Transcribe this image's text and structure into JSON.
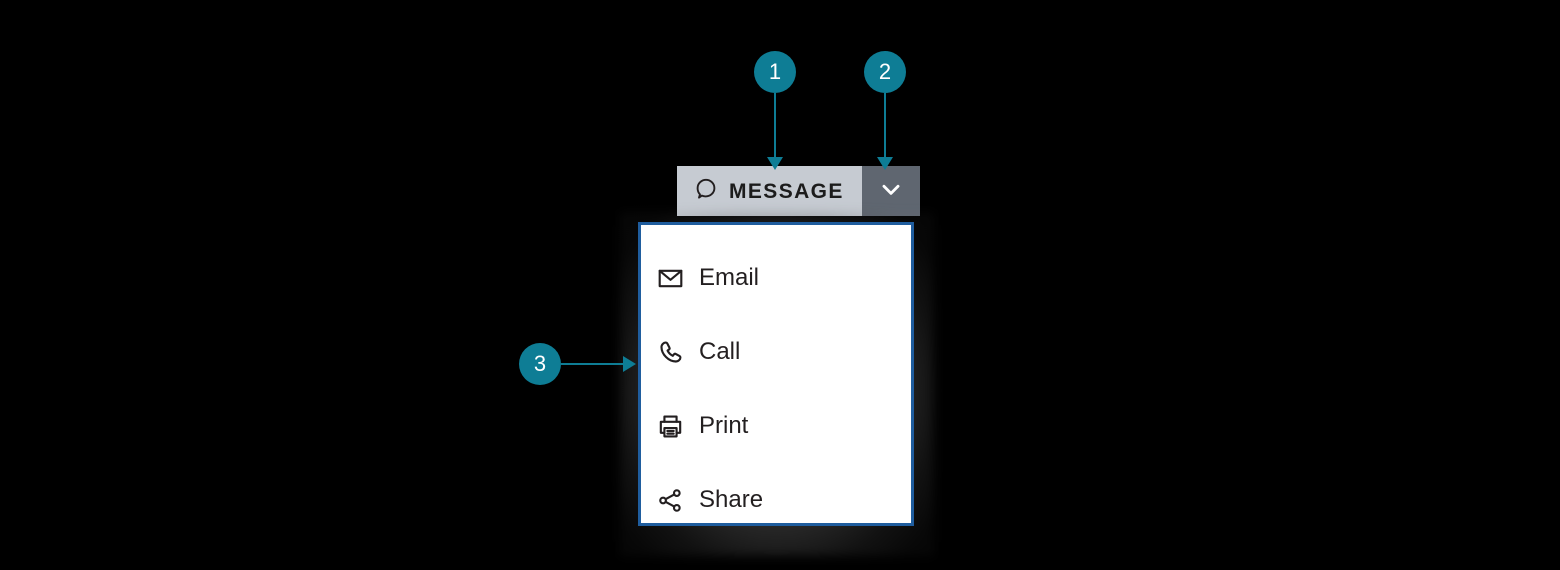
{
  "theme": {
    "background": "#000000",
    "accent_teal": "#0e7d95",
    "menu_border_blue": "#1f5d9e",
    "button_face": "#c6cbd2",
    "toggle_face": "#5f6670",
    "text_dark": "#231f20",
    "menu_background": "#ffffff"
  },
  "split_button": {
    "label": "MESSAGE",
    "icon": "message-bubble-icon",
    "toggle_icon": "chevron-down-icon"
  },
  "dropdown_menu": {
    "items": [
      {
        "label": "Email",
        "icon": "envelope-icon"
      },
      {
        "label": "Call",
        "icon": "phone-icon"
      },
      {
        "label": "Print",
        "icon": "printer-icon"
      },
      {
        "label": "Share",
        "icon": "share-nodes-icon"
      }
    ]
  },
  "callouts": [
    {
      "number": "1",
      "target": "message-button",
      "direction": "down"
    },
    {
      "number": "2",
      "target": "dropdown-toggle",
      "direction": "down"
    },
    {
      "number": "3",
      "target": "dropdown-menu",
      "direction": "right"
    }
  ]
}
